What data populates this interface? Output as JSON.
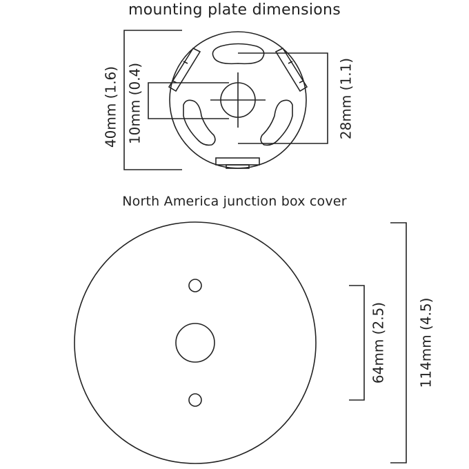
{
  "mounting_plate": {
    "title": "mounting plate dimensions",
    "dim_height": "40mm (1.6)",
    "dim_center_offset": "10mm (0.4)",
    "dim_slot_spacing": "28mm (1.1)"
  },
  "junction_box_cover": {
    "title": "North America junction box cover",
    "dim_screw_spacing": "64mm (2.5)",
    "dim_diameter": "114mm (4.5)"
  },
  "colors": {
    "line": "#222222",
    "background": "#ffffff"
  }
}
